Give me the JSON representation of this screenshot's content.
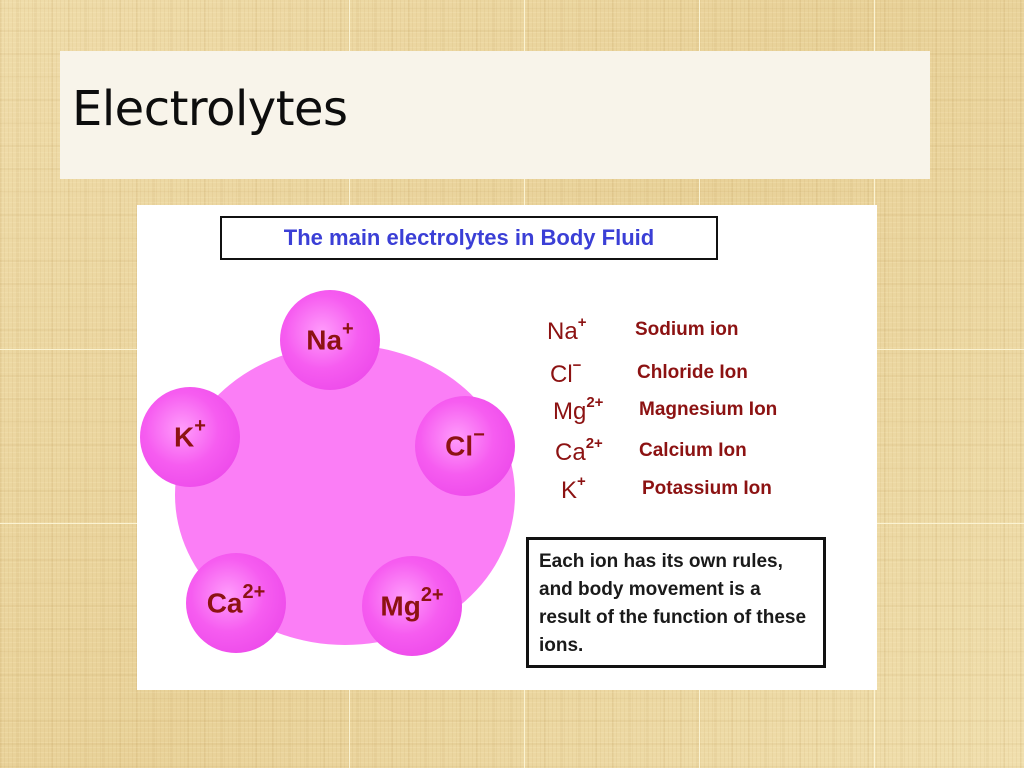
{
  "slide": {
    "title": "Electrolytes",
    "background_color": "#ecd6a0"
  },
  "diagram": {
    "heading": "The main electrolytes in Body Fluid",
    "heading_color": "#3b3fd6",
    "disc_color": "#fb7ef6",
    "ion_color": "#f65cf0",
    "ions": [
      {
        "symbol": "Na",
        "charge": "+"
      },
      {
        "symbol": "Cl",
        "charge": "−"
      },
      {
        "symbol": "Mg",
        "charge": "2+"
      },
      {
        "symbol": "Ca",
        "charge": "2+"
      },
      {
        "symbol": "K",
        "charge": "+"
      }
    ],
    "legend": [
      {
        "symbol": "Na",
        "charge": "+",
        "name": "Sodium ion"
      },
      {
        "symbol": "Cl",
        "charge": "−",
        "name": "Chloride Ion"
      },
      {
        "symbol": "Mg",
        "charge": "2+",
        "name": "Magnesium Ion"
      },
      {
        "symbol": "Ca",
        "charge": "2+",
        "name": "Calcium Ion"
      },
      {
        "symbol": "K",
        "charge": "+",
        "name": "Potassium Ion"
      }
    ],
    "note": "Each ion has its own rules, and body movement is a result of the function of these ions."
  }
}
